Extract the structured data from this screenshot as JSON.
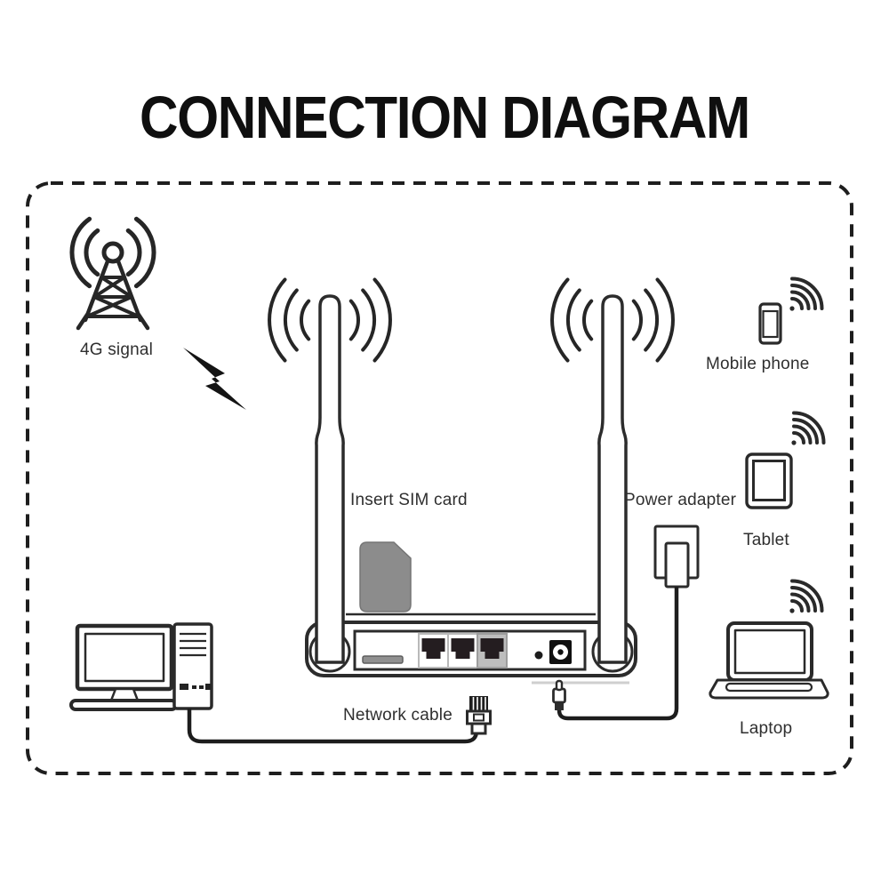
{
  "title": "CONNECTION DIAGRAM",
  "labels": {
    "signal": "4G signal",
    "sim": "Insert SIM card",
    "power": "Power adapter",
    "mobile": "Mobile phone",
    "tablet": "Tablet",
    "laptop": "Laptop",
    "cable": "Network cable"
  },
  "colors": {
    "line": "#2c2c2c",
    "text": "#2f2f2f",
    "title": "#0f0f0f",
    "sim_card": "#8c8c8c",
    "port_dark": "#241d20",
    "port3_frame": "#bdbdbd",
    "border_dash": "#1e1e1e",
    "cable": "#1d1d1d",
    "shadow": "#cfcfcf"
  },
  "icons": [
    "cell-tower-icon",
    "lightning-bolt-icon",
    "wifi-waves-icon",
    "antenna-icon",
    "sim-card-icon",
    "router-icon",
    "ethernet-port-icon",
    "power-jack-icon",
    "reset-button-icon",
    "power-adapter-icon",
    "dc-plug-icon",
    "network-cable-icon",
    "rj45-connector-icon",
    "desktop-computer-icon",
    "mobile-phone-icon",
    "tablet-icon",
    "laptop-icon",
    "wifi-signal-icon"
  ]
}
